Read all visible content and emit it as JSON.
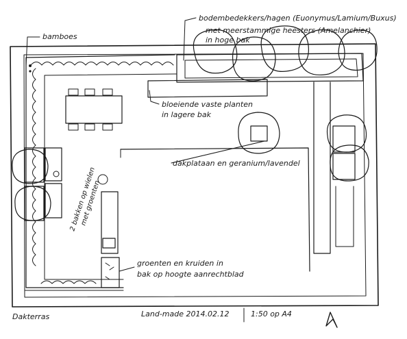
{
  "labels": {
    "bamboo": "bamboes",
    "ground_cover_1": "bodembedekkers/hagen (Euonymus/Lamium/Buxus)",
    "ground_cover_2": "met meerstammige heesters (Amelanchier)",
    "ground_cover_3": "in hoge bak",
    "flowering_1": "bloeiende vaste planten",
    "flowering_2": "in lagere bak",
    "roof_tiles": "dakplataan en geranium/lavendel",
    "vegetable_1": "2 bakken op wielen",
    "vegetable_2": "met groenten",
    "herbs_1": "groenten en kruiden in",
    "herbs_2": "bak op hoogte aanrechtblad",
    "title": "Dakterras",
    "credit": "Land-made 2014.02.12",
    "scale": "1:50 op A4"
  },
  "icons": [
    "north-arrow-icon",
    "tree-canopy-icon",
    "table-icon",
    "chair-icon"
  ]
}
